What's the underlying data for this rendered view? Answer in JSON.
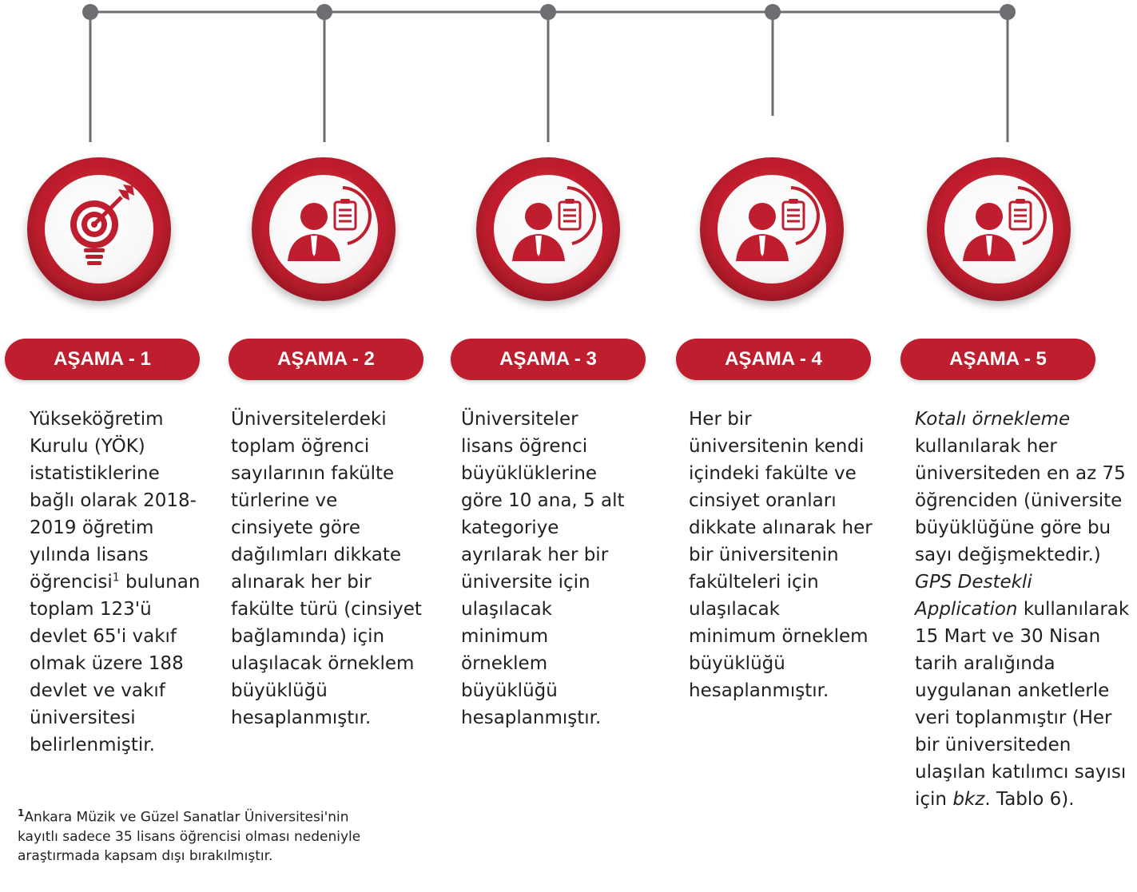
{
  "stages": [
    {
      "label": "AŞAMA - 1",
      "icon": "target-bulb-icon",
      "text": {
        "a": "Yükseköğretim Kurulu (YÖK) istatistiklerine bağlı olarak 2018-2019 öğretim yılında lisans öğrencisi",
        "sup": "1",
        "b": " bulunan toplam 123'ü devlet 65'i vakıf olmak üzere 188 devlet ve vakıf üniversitesi belirlenmiştir."
      }
    },
    {
      "label": "AŞAMA - 2",
      "icon": "person-clipboard-icon",
      "text": "Üniversitelerdeki toplam öğrenci sayılarının fakülte türlerine ve cinsiyete göre dağılımları dikkate alınarak her bir fakülte türü (cinsiyet bağlamında) için ulaşılacak örneklem büyüklüğü hesaplanmıştır."
    },
    {
      "label": "AŞAMA - 3",
      "icon": "person-clipboard-icon",
      "text": "Üniversiteler lisans öğrenci büyüklüklerine göre 10 ana, 5 alt kategoriye ayrılarak her bir üniversite için ulaşılacak minimum örneklem büyüklüğü hesaplanmıştır."
    },
    {
      "label": "AŞAMA - 4",
      "icon": "person-clipboard-icon",
      "text": "Her bir üniversitenin kendi içindeki fakülte ve cinsiyet oranları dikkate alınarak her bir üniversitenin fakülteleri için ulaşılacak minimum örneklem büyüklüğü hesaplanmıştır."
    },
    {
      "label": "AŞAMA - 5",
      "icon": "person-clipboard-icon",
      "text": {
        "i1": "Kotalı örnekleme",
        "a": " kullanılarak her üniversiteden en az 75 öğrenciden (üniversite büyüklüğüne göre bu sayı değişmektedir.) ",
        "i2": "GPS Destekli Application",
        "b": " kullanılarak 15 Mart ve 30 Nisan tarih aralığında uygulanan anketlerle veri toplanmıştır (Her bir üniversiteden ulaşılan katılımcı sayısı için ",
        "i3": "bkz",
        "c": ". Tablo 6)."
      }
    }
  ],
  "footnote": {
    "mark": "1",
    "text": "Ankara Müzik ve Güzel Sanatlar Üniversitesi'nin kayıtlı sadece 35 lisans öğrencisi olması nedeniyle araştırmada kapsam dışı bırakılmıştır."
  },
  "colors": {
    "accent": "#be1e2d",
    "accent_dark": "#8e1420",
    "line": "#6d6e71",
    "text": "#231f20"
  }
}
